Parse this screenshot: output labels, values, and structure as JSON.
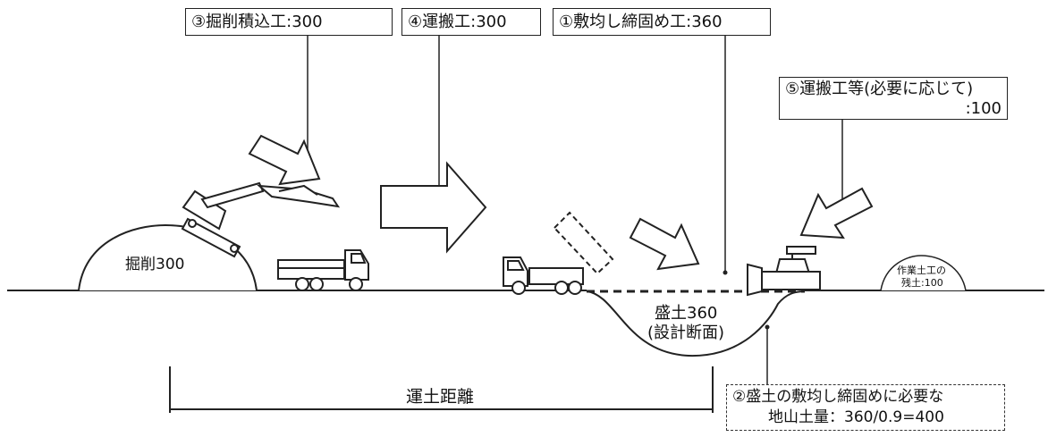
{
  "labels": {
    "excavation_loading": "③掘削積込工:300",
    "hauling": "④運搬工:300",
    "spreading_compaction": "①敷均し締固め工:360",
    "hauling_extra_1": "⑤運搬工等(必要に応じて)",
    "hauling_extra_2": ":100",
    "required_volume_1": "②盛土の敷均し締固めに必要な",
    "required_volume_2": "地山土量：360/0.9=400"
  },
  "mounds": {
    "excavation": "掘削300",
    "embankment_1": "盛土360",
    "embankment_2": "(設計断面)",
    "surplus_1": "作業土工の",
    "surplus_2": "残土:100"
  },
  "distance": "運土距離",
  "icons": [
    "excavator-icon",
    "dump-truck-icon",
    "dump-truck-tipping-icon",
    "bulldozer-icon",
    "arrow-icon"
  ],
  "colors": {
    "line": "#222222",
    "background": "#ffffff"
  }
}
